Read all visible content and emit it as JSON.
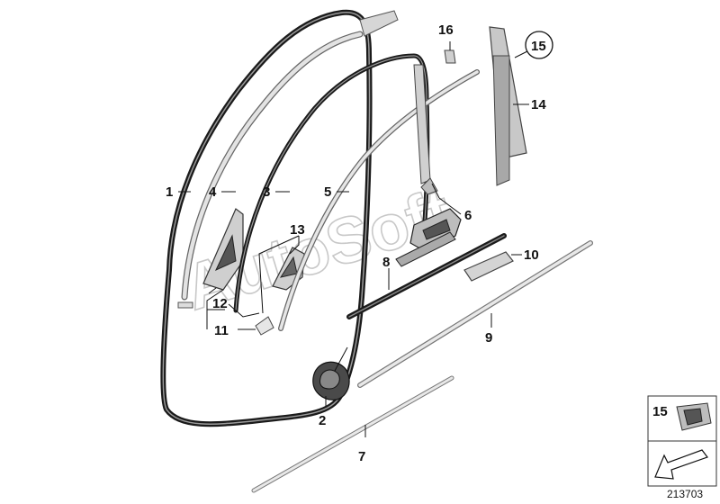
{
  "watermark": "AutoSoft",
  "reference_number": "213703",
  "callouts": [
    {
      "id": "c1",
      "label": "1"
    },
    {
      "id": "c2",
      "label": "2"
    },
    {
      "id": "c3",
      "label": "3"
    },
    {
      "id": "c4",
      "label": "4"
    },
    {
      "id": "c5",
      "label": "5"
    },
    {
      "id": "c6",
      "label": "6"
    },
    {
      "id": "c7",
      "label": "7"
    },
    {
      "id": "c8",
      "label": "8"
    },
    {
      "id": "c9",
      "label": "9"
    },
    {
      "id": "c10",
      "label": "10"
    },
    {
      "id": "c11",
      "label": "11"
    },
    {
      "id": "c12",
      "label": "12"
    },
    {
      "id": "c13",
      "label": "13"
    },
    {
      "id": "c14",
      "label": "14"
    },
    {
      "id": "c15",
      "label": "15"
    },
    {
      "id": "c16",
      "label": "16"
    }
  ],
  "inset": {
    "label": "15"
  }
}
